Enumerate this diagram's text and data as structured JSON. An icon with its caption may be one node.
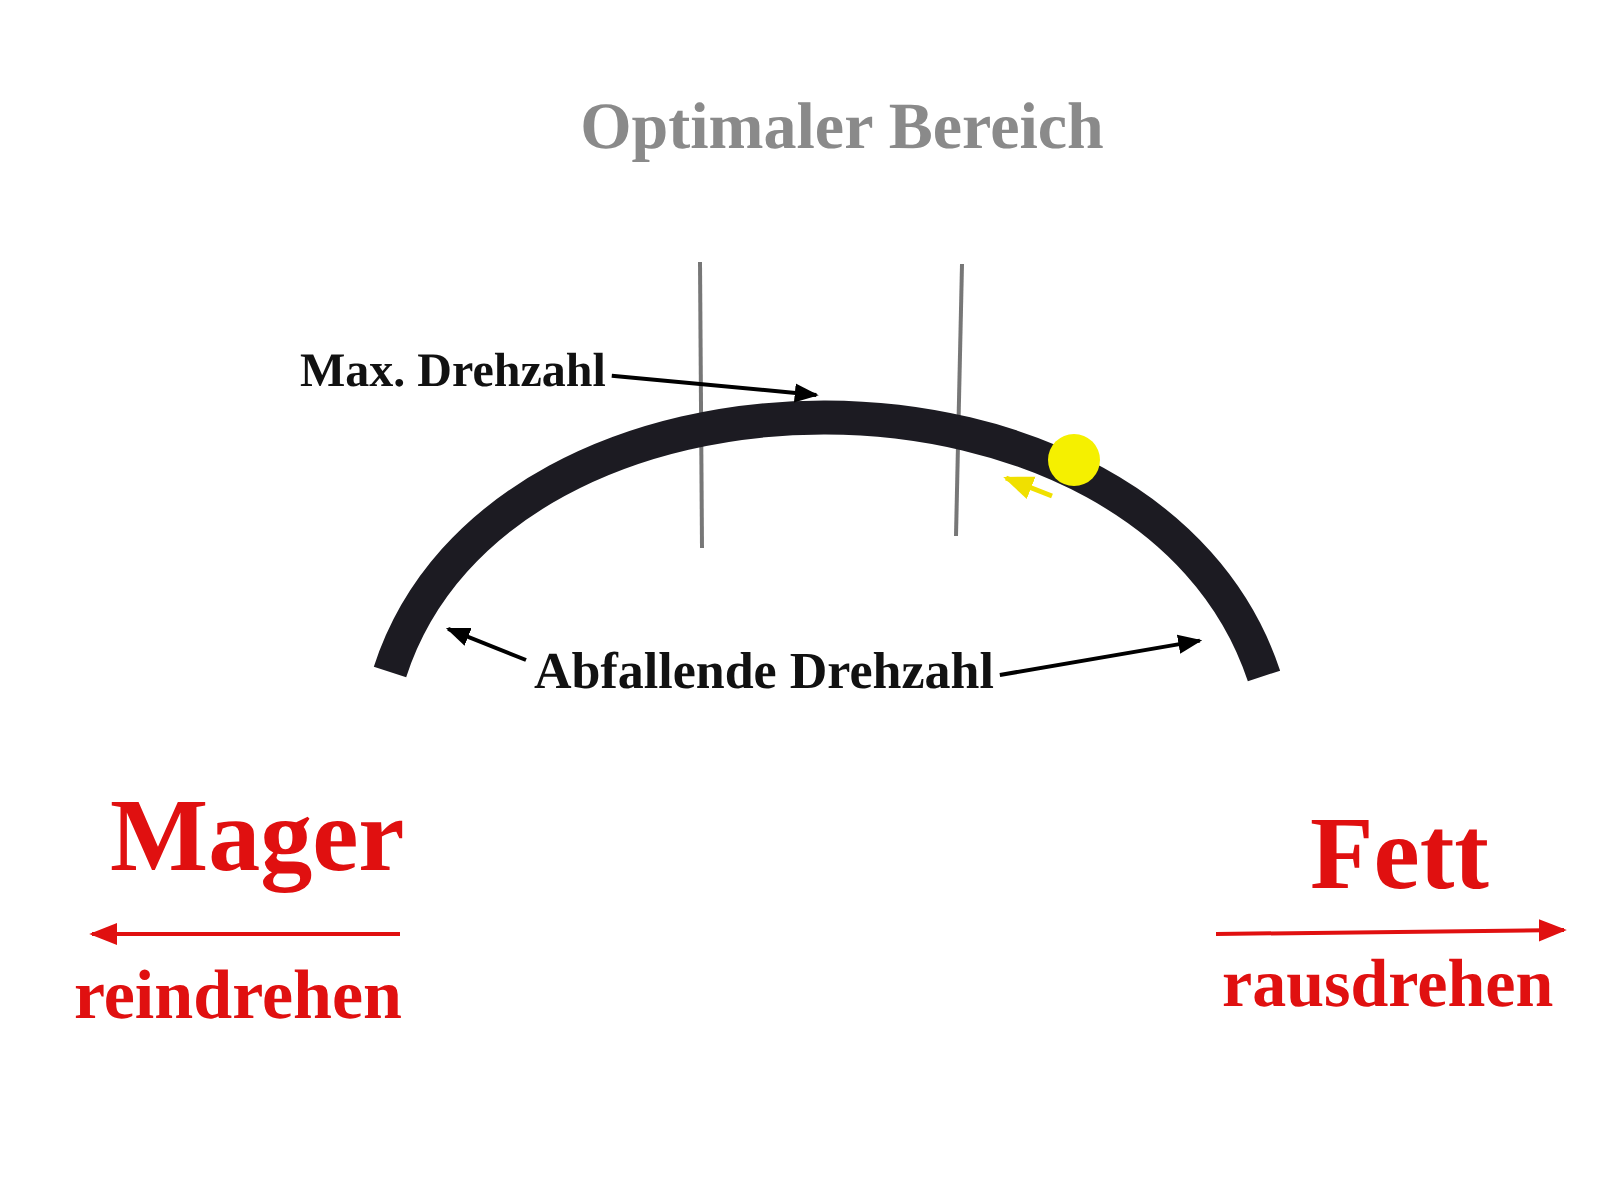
{
  "diagram": {
    "title": "Optimaler Bereich",
    "nodes": [
      {
        "text": [
          "Max. Drehzahl"
        ]
      },
      {
        "text": [],
        "shape": "arc"
      },
      {
        "text": [
          "Abfallende Drehzahl"
        ]
      }
    ],
    "edges": [
      {
        "from": 0,
        "to": 1,
        "arrow": "to"
      },
      {
        "from": 2,
        "to": 1,
        "arrow": "to"
      },
      {
        "from": 2,
        "to": 1,
        "arrow": "to"
      }
    ],
    "labels": [
      "Mager",
      "reindrehen",
      "Fett",
      "rausdrehen"
    ]
  }
}
